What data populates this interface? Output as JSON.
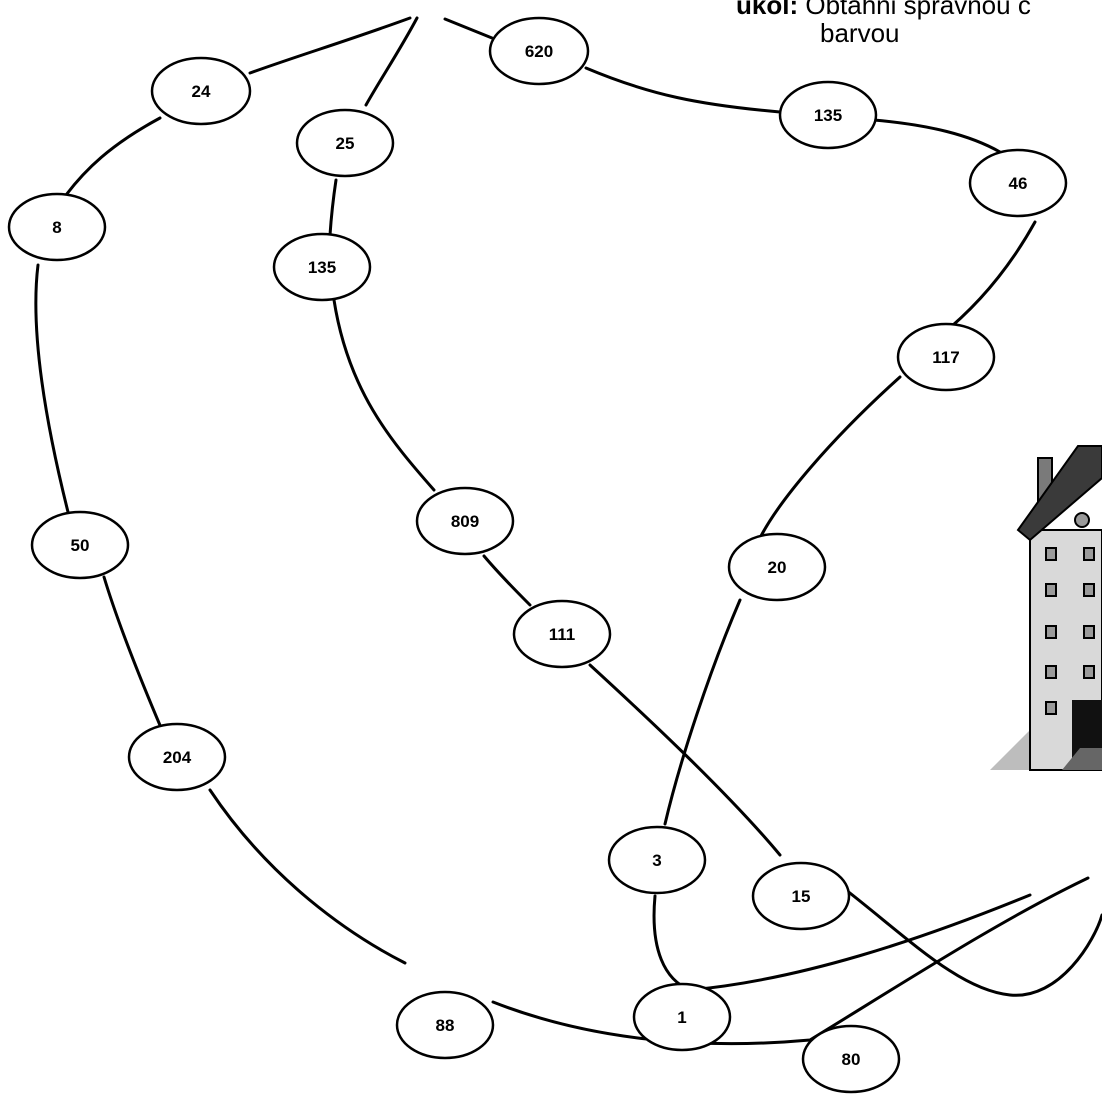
{
  "instruction": {
    "lead": "úkol:",
    "line1": "Obtáhni správnou c",
    "line2": "barvou"
  },
  "nodes": [
    {
      "id": "n-620",
      "label": "620"
    },
    {
      "id": "n-135-right",
      "label": "135"
    },
    {
      "id": "n-46",
      "label": "46"
    },
    {
      "id": "n-117",
      "label": "117"
    },
    {
      "id": "n-20",
      "label": "20"
    },
    {
      "id": "n-3",
      "label": "3"
    },
    {
      "id": "n-1",
      "label": "1"
    },
    {
      "id": "n-25",
      "label": "25"
    },
    {
      "id": "n-135-left",
      "label": "135"
    },
    {
      "id": "n-809",
      "label": "809"
    },
    {
      "id": "n-111",
      "label": "111"
    },
    {
      "id": "n-15",
      "label": "15"
    },
    {
      "id": "n-24",
      "label": "24"
    },
    {
      "id": "n-8",
      "label": "8"
    },
    {
      "id": "n-50",
      "label": "50"
    },
    {
      "id": "n-204",
      "label": "204"
    },
    {
      "id": "n-88",
      "label": "88"
    },
    {
      "id": "n-80",
      "label": "80"
    }
  ],
  "colors": {
    "line": "#000000",
    "node_fill": "#ffffff",
    "building_wall": "#d9d9d9",
    "building_roof": "#3a3a3a",
    "ground": "#bdbdbd"
  },
  "icons": [
    "school-building-icon"
  ]
}
